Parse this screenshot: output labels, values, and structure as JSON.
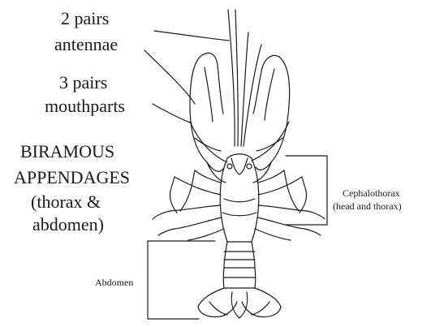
{
  "labels": {
    "antennae_line1": "2 pairs",
    "antennae_line2": "antennae",
    "mouthparts_line1": "3 pairs",
    "mouthparts_line2": "mouthparts",
    "biramous_line1": "BIRAMOUS",
    "biramous_line2": "APPENDAGES",
    "biramous_line3": "(thorax &",
    "biramous_line4": "abdomen)",
    "cephalothorax_line1": "Cephalothorax",
    "cephalothorax_line2": "(head and thorax)",
    "abdomen": "Abdomen"
  },
  "colors": {
    "ink": "#1a1a1a",
    "background": "#ffffff"
  }
}
